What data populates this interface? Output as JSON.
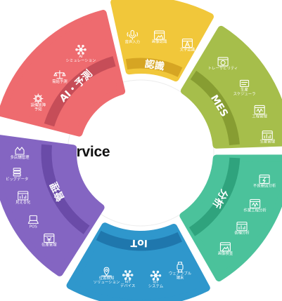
{
  "title": "SolutionService",
  "segments": [
    {
      "id": "ai",
      "label": "AI・予測",
      "color": "#ee6b6f",
      "band": "#c64d58",
      "items": [
        {
          "label": "AI\nシミュレーション",
          "icon": "brain-network-icon"
        },
        {
          "label": "需給予測",
          "icon": "scale-balance-icon"
        },
        {
          "label": "設備故障\n予知",
          "icon": "gear-settings-icon"
        }
      ]
    },
    {
      "id": "recognition",
      "label": "認識",
      "color": "#f1c73a",
      "band": "#d6a523",
      "items": [
        {
          "label": "音声入力",
          "icon": "microphone-icon"
        },
        {
          "label": "画像認識",
          "icon": "image-scan-icon"
        },
        {
          "label": "文字認識",
          "icon": "text-scan-icon"
        }
      ]
    },
    {
      "id": "mes",
      "label": "MES",
      "color": "#a6be4b",
      "band": "#879d32",
      "items": [
        {
          "label": "トレーサビリティ",
          "icon": "cycle-window-icon"
        },
        {
          "label": "生産\nスケジューラ",
          "icon": "schedule-icon"
        },
        {
          "label": "工程管理",
          "icon": "process-window-icon"
        },
        {
          "label": "生産管理",
          "icon": "bar-chart-window-icon"
        }
      ]
    },
    {
      "id": "analysis",
      "label": "分析",
      "color": "#4bc29b",
      "band": "#2fa37d",
      "items": [
        {
          "label": "不良要因分析",
          "icon": "lightning-window-icon"
        },
        {
          "label": "作業工程分析",
          "icon": "waveform-window-icon"
        },
        {
          "label": "各種分析",
          "icon": "chart-window-icon"
        },
        {
          "label": "画像検査",
          "icon": "image-check-icon"
        }
      ]
    },
    {
      "id": "iot",
      "label": "IoT",
      "color": "#2f97cc",
      "band": "#1f77ad",
      "items": [
        {
          "label": "位置検知\nソリューション",
          "icon": "map-pin-icon"
        },
        {
          "label": "IoT\nデバイス",
          "icon": "device-network-icon"
        },
        {
          "label": "IoT\nシステム",
          "icon": "system-network-icon"
        },
        {
          "label": "ウェアラブル\n端末",
          "icon": "smartwatch-icon"
        }
      ]
    },
    {
      "id": "management",
      "label": "管理",
      "color": "#8465c2",
      "band": "#6a4ba8",
      "items": [
        {
          "label": "在庫管理",
          "icon": "yen-window-icon"
        },
        {
          "label": "POS",
          "icon": "pos-terminal-icon"
        },
        {
          "label": "見える化",
          "icon": "dashboard-icon"
        },
        {
          "label": "ビッグデータ",
          "icon": "server-stack-icon"
        },
        {
          "label": "多店舗管理",
          "icon": "stores-icon"
        }
      ]
    }
  ]
}
